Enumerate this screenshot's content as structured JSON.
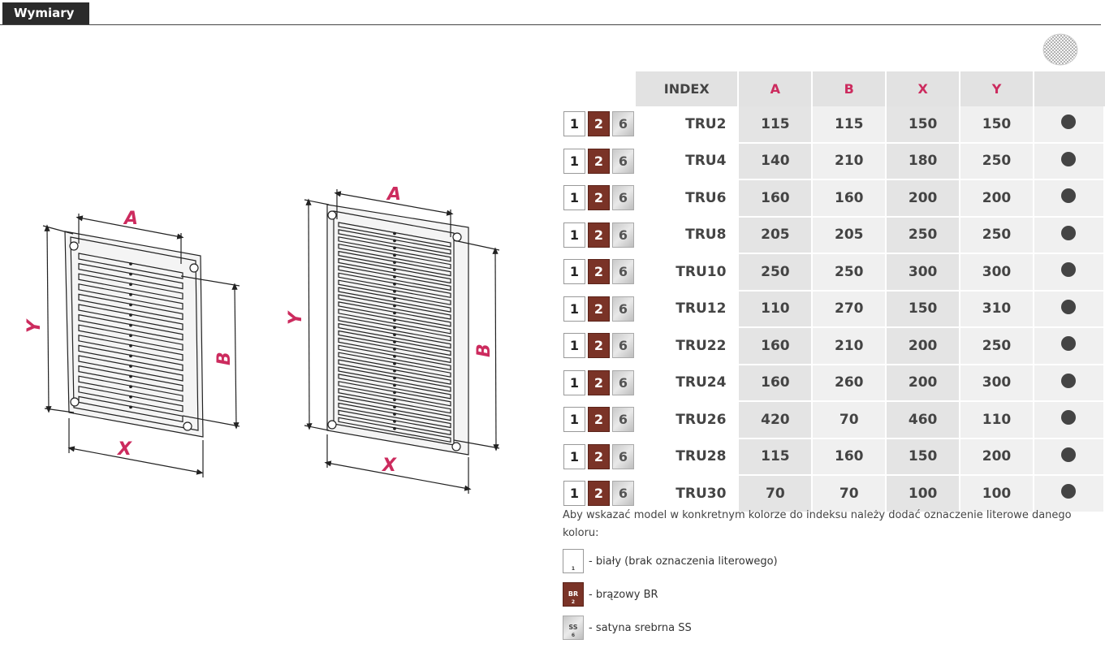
{
  "header": {
    "tab_label": "Wymiary"
  },
  "drawings": {
    "small": {
      "label_a": "A",
      "label_b": "B",
      "label_x": "X",
      "label_y": "Y"
    },
    "large": {
      "label_a": "A",
      "label_b": "B",
      "label_x": "X",
      "label_y": "Y"
    }
  },
  "table": {
    "headers": {
      "index": "INDEX",
      "a": "A",
      "b": "B",
      "x": "X",
      "y": "Y"
    },
    "swatches": {
      "white": "1",
      "brown": "2",
      "silver": "6"
    },
    "rows": [
      {
        "index": "TRU2",
        "a": "115",
        "b": "115",
        "x": "150",
        "y": "150"
      },
      {
        "index": "TRU4",
        "a": "140",
        "b": "210",
        "x": "180",
        "y": "250"
      },
      {
        "index": "TRU6",
        "a": "160",
        "b": "160",
        "x": "200",
        "y": "200"
      },
      {
        "index": "TRU8",
        "a": "205",
        "b": "205",
        "x": "250",
        "y": "250"
      },
      {
        "index": "TRU10",
        "a": "250",
        "b": "250",
        "x": "300",
        "y": "300"
      },
      {
        "index": "TRU12",
        "a": "110",
        "b": "270",
        "x": "150",
        "y": "310"
      },
      {
        "index": "TRU22",
        "a": "160",
        "b": "210",
        "x": "200",
        "y": "250"
      },
      {
        "index": "TRU24",
        "a": "160",
        "b": "260",
        "x": "200",
        "y": "300"
      },
      {
        "index": "TRU26",
        "a": "420",
        "b": "70",
        "x": "460",
        "y": "110"
      },
      {
        "index": "TRU28",
        "a": "115",
        "b": "160",
        "x": "150",
        "y": "200"
      },
      {
        "index": "TRU30",
        "a": "70",
        "b": "70",
        "x": "100",
        "y": "100"
      }
    ]
  },
  "note": "Aby wskazać model w konkretnym kolorze do indeksu należy dodać oznaczenie literowe danego koloru:",
  "legend": [
    {
      "swatch_label": "",
      "swatch_num": "1",
      "text": "- biały (brak oznaczenia literowego)"
    },
    {
      "swatch_label": "BR",
      "swatch_num": "2",
      "text": "- brązowy BR"
    },
    {
      "swatch_label": "SS",
      "swatch_num": "6",
      "text": "- satyna srebrna SS"
    }
  ],
  "colors": {
    "accent": "#cc2b5e",
    "brown": "#7a3327",
    "dark": "#2b2b2b",
    "dot": "#444444"
  }
}
